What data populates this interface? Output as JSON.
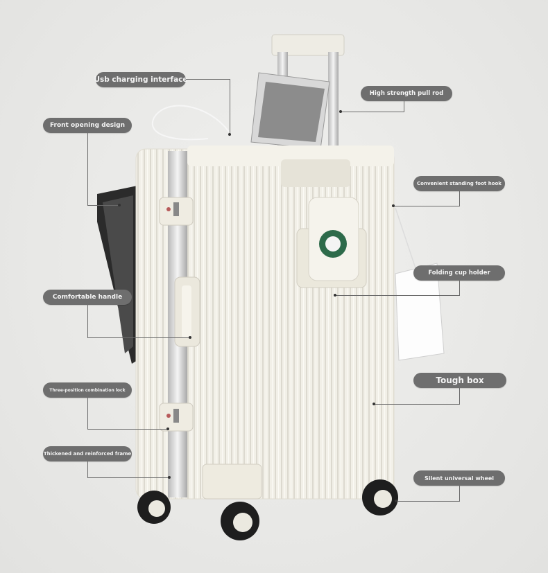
{
  "diagram": {
    "subject": "Suitcase with front-opening design and cup holder",
    "colors": {
      "background": "#e8e8e6",
      "label_bg": "#6e6e6e",
      "label_text": "#f4f4f4",
      "body": "#f1efe6",
      "frame": "#c8c8c8",
      "wheel": "#1e1e1e"
    },
    "callouts": [
      {
        "id": "usb",
        "label": "Usb charging interface",
        "side": "left"
      },
      {
        "id": "front-opening",
        "label": "Front opening design",
        "side": "left"
      },
      {
        "id": "pull-rod",
        "label": "High strength pull rod",
        "side": "right"
      },
      {
        "id": "foot-hook",
        "label": "Convenient standing foot hook",
        "side": "right"
      },
      {
        "id": "cup-holder",
        "label": "Folding cup holder",
        "side": "right"
      },
      {
        "id": "handle",
        "label": "Comfortable handle",
        "side": "left"
      },
      {
        "id": "lock",
        "label": "Three-position combination lock",
        "side": "left"
      },
      {
        "id": "tough-box",
        "label": "Tough box",
        "side": "right"
      },
      {
        "id": "frame",
        "label": "Thickened and reinforced frame",
        "side": "left"
      },
      {
        "id": "wheel",
        "label": "Silent universal wheel",
        "side": "right"
      }
    ]
  }
}
